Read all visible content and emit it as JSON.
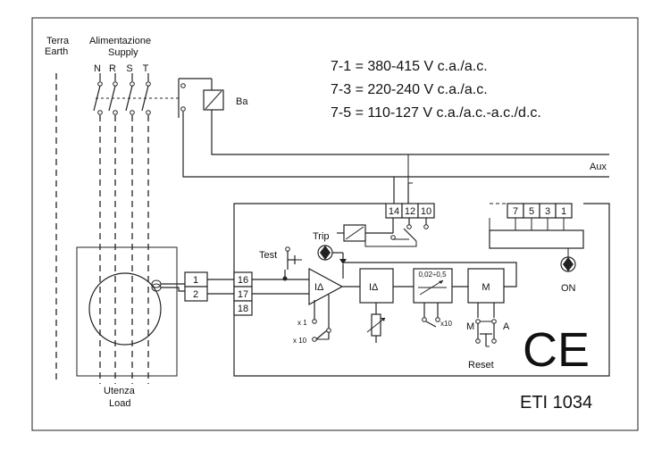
{
  "supply": {
    "earth_it": "Terra",
    "earth_en": "Earth",
    "title_it": "Alimentazione",
    "title_en": "Supply",
    "phases": [
      "N",
      "R",
      "S",
      "T"
    ]
  },
  "voltages": {
    "line1": "7-1 = 380-415 V c.a./a.c.",
    "line2": "7-3 = 220-240 V c.a./a.c.",
    "line3": "7-5 = 110-127 V c.a./a.c.-a.c./d.c."
  },
  "labels": {
    "ba": "Ba",
    "aux": "Aux",
    "trip": "Trip",
    "test": "Test",
    "on": "ON",
    "reset": "Reset",
    "m_switch": "M",
    "a_switch": "A",
    "x1": "x 1",
    "x10_amp": "x 10",
    "x10_delay": "x10",
    "load_it": "Utenza",
    "load_en": "Load",
    "model": "ETI 1034",
    "ce": "CE"
  },
  "terminals": {
    "ct": [
      "1",
      "2"
    ],
    "input": [
      "16",
      "17",
      "18"
    ],
    "aux_top": [
      "14",
      "12",
      "10"
    ],
    "supply_top": [
      "7",
      "5",
      "3",
      "1"
    ]
  },
  "blocks": {
    "amp": "IΔ",
    "detector": "IΔ",
    "delay": "0,02÷0,5",
    "memory": "M"
  }
}
